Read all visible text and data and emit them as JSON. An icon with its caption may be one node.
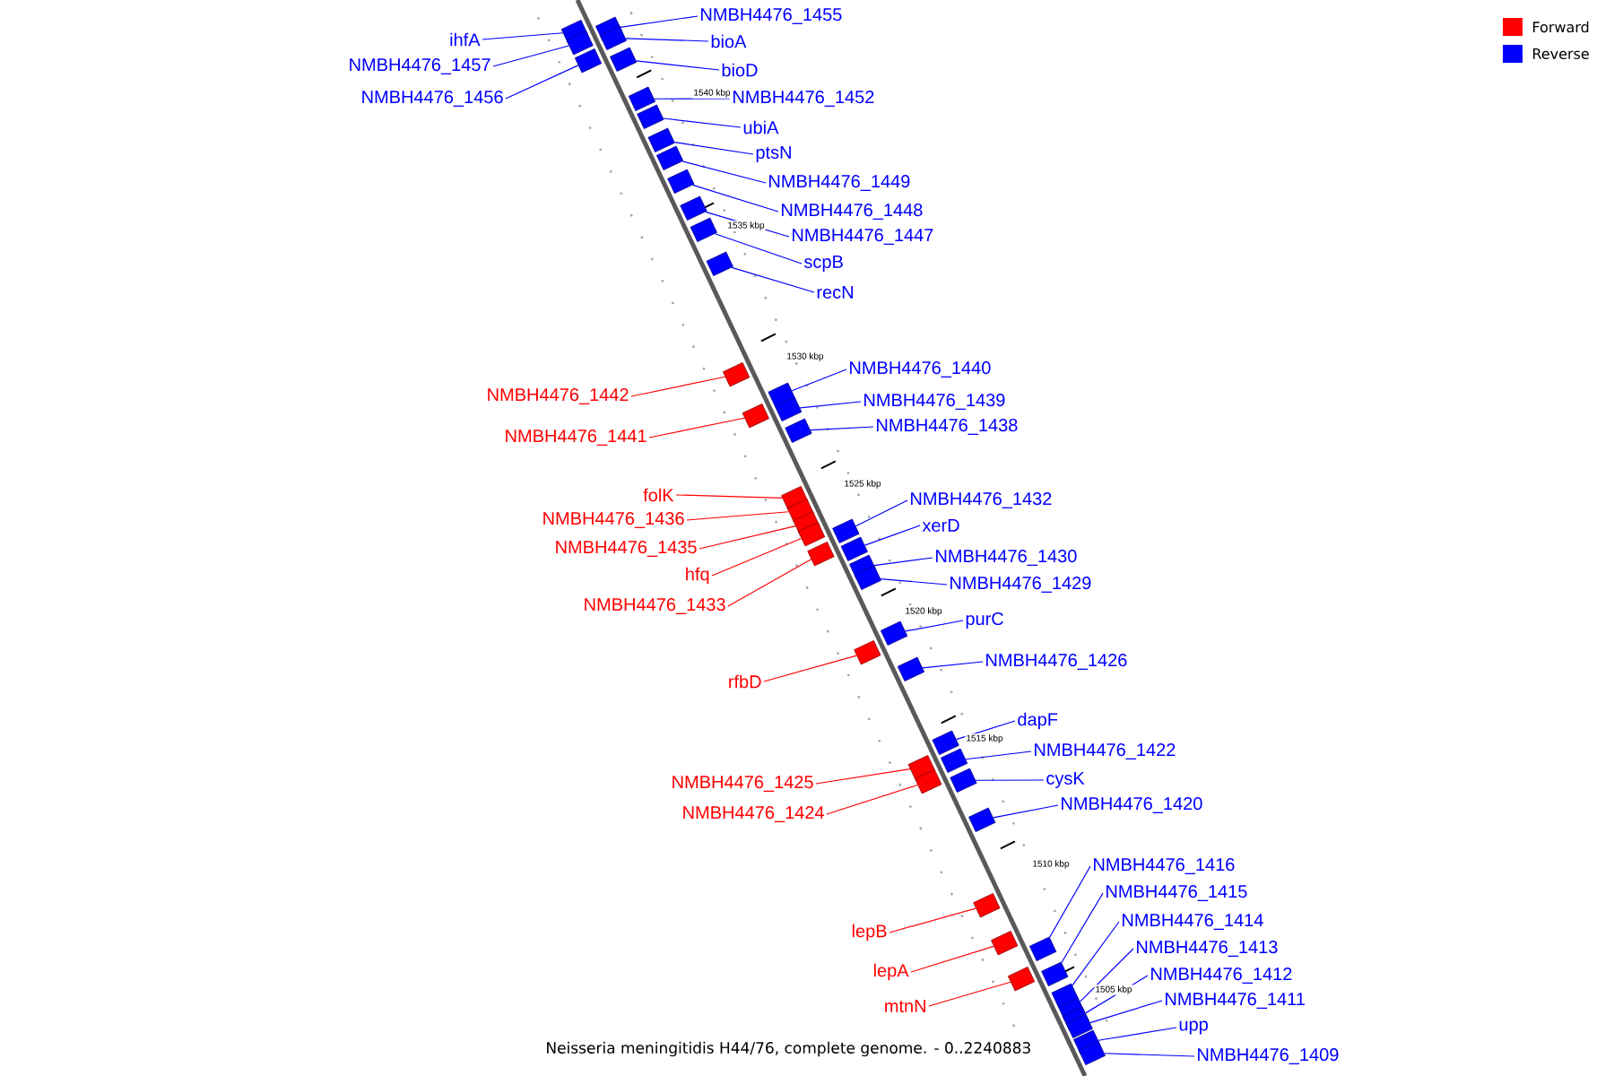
{
  "diagram": {
    "caption": "Neisseria meningitidis H44/76, complete genome. - 0..2240883",
    "nodes": [
      {
        "text": [
          "NMBH4476_1455"
        ]
      },
      {
        "text": [
          "ihfA"
        ]
      },
      {
        "text": [
          "bioA"
        ]
      },
      {
        "text": [
          "NMBH4476_1457"
        ]
      },
      {
        "text": [
          "bioD"
        ]
      },
      {
        "text": [
          "NMBH4476_1456"
        ]
      },
      {
        "text": [
          "NMBH4476_1452"
        ]
      },
      {
        "text": [
          "ubiA"
        ]
      },
      {
        "text": [
          "ptsN"
        ]
      },
      {
        "text": [
          "NMBH4476_1449"
        ]
      },
      {
        "text": [
          "NMBH4476_1448"
        ]
      },
      {
        "text": [
          "NMBH4476_1447"
        ]
      },
      {
        "text": [
          "scpB"
        ]
      },
      {
        "text": [
          "recN"
        ]
      },
      {
        "text": [
          "NMBH4476_1440"
        ]
      },
      {
        "text": [
          "NMBH4476_1442"
        ]
      },
      {
        "text": [
          "NMBH4476_1439"
        ]
      },
      {
        "text": [
          "NMBH4476_1438"
        ]
      },
      {
        "text": [
          "NMBH4476_1441"
        ]
      },
      {
        "text": [
          "folK"
        ]
      },
      {
        "text": [
          "NMBH4476_1432"
        ]
      },
      {
        "text": [
          "NMBH4476_1436"
        ]
      },
      {
        "text": [
          "xerD"
        ]
      },
      {
        "text": [
          "NMBH4476_1435"
        ]
      },
      {
        "text": [
          "NMBH4476_1430"
        ]
      },
      {
        "text": [
          "hfq"
        ]
      },
      {
        "text": [
          "NMBH4476_1429"
        ]
      },
      {
        "text": [
          "NMBH4476_1433"
        ]
      },
      {
        "text": [
          "purC"
        ]
      },
      {
        "text": [
          "NMBH4476_1426"
        ]
      },
      {
        "text": [
          "rfbD"
        ]
      },
      {
        "text": [
          "dapF"
        ]
      },
      {
        "text": [
          "NMBH4476_1422"
        ]
      },
      {
        "text": [
          "cysK"
        ]
      },
      {
        "text": [
          "NMBH4476_1425"
        ]
      },
      {
        "text": [
          "NMBH4476_1420"
        ]
      },
      {
        "text": [
          "NMBH4476_1424"
        ]
      },
      {
        "text": [
          "NMBH4476_1416"
        ]
      },
      {
        "text": [
          "NMBH4476_1415"
        ]
      },
      {
        "text": [
          "NMBH4476_1414"
        ]
      },
      {
        "text": [
          "lepB"
        ]
      },
      {
        "text": [
          "NMBH4476_1413"
        ]
      },
      {
        "text": [
          "lepA"
        ]
      },
      {
        "text": [
          "NMBH4476_1412"
        ]
      },
      {
        "text": [
          "NMBH4476_1411"
        ]
      },
      {
        "text": [
          "mtnN"
        ]
      },
      {
        "text": [
          "upp"
        ]
      },
      {
        "text": [
          "NMBH4476_1409"
        ]
      },
      {
        "text": [],
        "shape": "box"
      },
      {
        "text": [],
        "shape": "box"
      },
      {
        "text": [],
        "shape": "box"
      },
      {
        "text": [],
        "shape": "box"
      },
      {
        "text": [],
        "shape": "box"
      },
      {
        "text": [],
        "shape": "box"
      },
      {
        "text": [],
        "shape": "box"
      },
      {
        "text": [],
        "shape": "box"
      },
      {
        "text": [],
        "shape": "box"
      },
      {
        "text": [],
        "shape": "box"
      },
      {
        "text": [],
        "shape": "box"
      },
      {
        "text": [],
        "shape": "box"
      },
      {
        "text": [],
        "shape": "box"
      },
      {
        "text": [],
        "shape": "box"
      },
      {
        "text": [],
        "shape": "box"
      },
      {
        "text": [],
        "shape": "box"
      },
      {
        "text": [],
        "shape": "box"
      },
      {
        "text": [],
        "shape": "box"
      },
      {
        "text": [],
        "shape": "box"
      },
      {
        "text": [],
        "shape": "box"
      },
      {
        "text": [],
        "shape": "box"
      },
      {
        "text": [],
        "shape": "box"
      },
      {
        "text": [],
        "shape": "box"
      },
      {
        "text": [],
        "shape": "box"
      },
      {
        "text": [],
        "shape": "box"
      },
      {
        "text": [],
        "shape": "box"
      },
      {
        "text": [],
        "shape": "box"
      },
      {
        "text": [],
        "shape": "box"
      },
      {
        "text": [],
        "shape": "box"
      },
      {
        "text": [],
        "shape": "box"
      },
      {
        "text": [],
        "shape": "box"
      },
      {
        "text": [],
        "shape": "box"
      },
      {
        "text": [],
        "shape": "box"
      },
      {
        "text": [],
        "shape": "box"
      },
      {
        "text": [],
        "shape": "box"
      },
      {
        "text": [],
        "shape": "box"
      },
      {
        "text": [],
        "shape": "box"
      },
      {
        "text": [],
        "shape": "box"
      },
      {
        "text": [],
        "shape": "box"
      },
      {
        "text": [],
        "shape": "box"
      },
      {
        "text": [],
        "shape": "box"
      },
      {
        "text": [],
        "shape": "box"
      },
      {
        "text": [],
        "shape": "box"
      },
      {
        "text": [],
        "shape": "box"
      },
      {
        "text": [],
        "shape": "box"
      },
      {
        "text": [],
        "shape": "box"
      },
      {
        "text": [],
        "shape": "box"
      },
      {
        "text": [],
        "shape": "box"
      }
    ],
    "edges": [
      {
        "from": 0,
        "to": 48,
        "arrow": "none"
      },
      {
        "from": 1,
        "to": 49,
        "arrow": "none"
      },
      {
        "from": 2,
        "to": 50,
        "arrow": "none"
      },
      {
        "from": 3,
        "to": 51,
        "arrow": "none"
      },
      {
        "from": 4,
        "to": 52,
        "arrow": "none"
      },
      {
        "from": 5,
        "to": 53,
        "arrow": "none"
      },
      {
        "from": 6,
        "to": 54,
        "arrow": "none"
      },
      {
        "from": 7,
        "to": 55,
        "arrow": "none"
      },
      {
        "from": 8,
        "to": 56,
        "arrow": "none"
      },
      {
        "from": 9,
        "to": 57,
        "arrow": "none"
      },
      {
        "from": 10,
        "to": 58,
        "arrow": "none"
      },
      {
        "from": 11,
        "to": 59,
        "arrow": "none"
      },
      {
        "from": 12,
        "to": 60,
        "arrow": "none"
      },
      {
        "from": 13,
        "to": 61,
        "arrow": "none"
      },
      {
        "from": 14,
        "to": 62,
        "arrow": "none"
      },
      {
        "from": 15,
        "to": 63,
        "arrow": "none",
        "color": "#ff0000"
      },
      {
        "from": 16,
        "to": 64,
        "arrow": "none"
      },
      {
        "from": 17,
        "to": 65,
        "arrow": "none"
      },
      {
        "from": 18,
        "to": 66,
        "arrow": "none",
        "color": "#ff0000"
      },
      {
        "from": 19,
        "to": 67,
        "arrow": "none",
        "color": "#ff0000"
      },
      {
        "from": 20,
        "to": 68,
        "arrow": "none"
      },
      {
        "from": 21,
        "to": 69,
        "arrow": "none",
        "color": "#ff0000"
      },
      {
        "from": 22,
        "to": 70,
        "arrow": "none"
      },
      {
        "from": 23,
        "to": 71,
        "arrow": "none",
        "color": "#ff0000"
      },
      {
        "from": 24,
        "to": 72,
        "arrow": "none"
      },
      {
        "from": 25,
        "to": 73,
        "arrow": "none",
        "color": "#ff0000"
      },
      {
        "from": 26,
        "to": 74,
        "arrow": "none"
      },
      {
        "from": 27,
        "to": 75,
        "arrow": "none",
        "color": "#ff0000"
      },
      {
        "from": 28,
        "to": 76,
        "arrow": "none"
      },
      {
        "from": 29,
        "to": 77,
        "arrow": "none"
      },
      {
        "from": 30,
        "to": 78,
        "arrow": "none",
        "color": "#ff0000"
      },
      {
        "from": 31,
        "to": 79,
        "arrow": "none"
      },
      {
        "from": 32,
        "to": 80,
        "arrow": "none"
      },
      {
        "from": 33,
        "to": 81,
        "arrow": "none"
      },
      {
        "from": 34,
        "to": 82,
        "arrow": "none",
        "color": "#ff0000"
      },
      {
        "from": 35,
        "to": 83,
        "arrow": "none"
      },
      {
        "from": 36,
        "to": 84,
        "arrow": "none",
        "color": "#ff0000"
      },
      {
        "from": 37,
        "to": 85,
        "arrow": "none"
      },
      {
        "from": 38,
        "to": 86,
        "arrow": "none"
      },
      {
        "from": 39,
        "to": 87,
        "arrow": "none"
      },
      {
        "from": 40,
        "to": 88,
        "arrow": "none",
        "color": "#ff0000"
      },
      {
        "from": 41,
        "to": 89,
        "arrow": "none"
      },
      {
        "from": 42,
        "to": 90,
        "arrow": "none",
        "color": "#ff0000"
      },
      {
        "from": 43,
        "to": 91,
        "arrow": "none"
      },
      {
        "from": 44,
        "to": 92,
        "arrow": "none"
      },
      {
        "from": 45,
        "to": 93,
        "arrow": "none",
        "color": "#ff0000"
      },
      {
        "from": 46,
        "to": 94,
        "arrow": "none"
      },
      {
        "from": 47,
        "to": 95,
        "arrow": "none"
      }
    ],
    "labels": [
      "1540 kbp",
      "1535 kbp",
      "1530 kbp",
      "1525 kbp",
      "1520 kbp",
      "1515 kbp",
      "1510 kbp",
      "1505 kbp"
    ],
    "legend": [
      {
        "text": "Forward",
        "color": "#ff0000"
      },
      {
        "text": "Reverse",
        "color": "#0000ff"
      }
    ]
  }
}
